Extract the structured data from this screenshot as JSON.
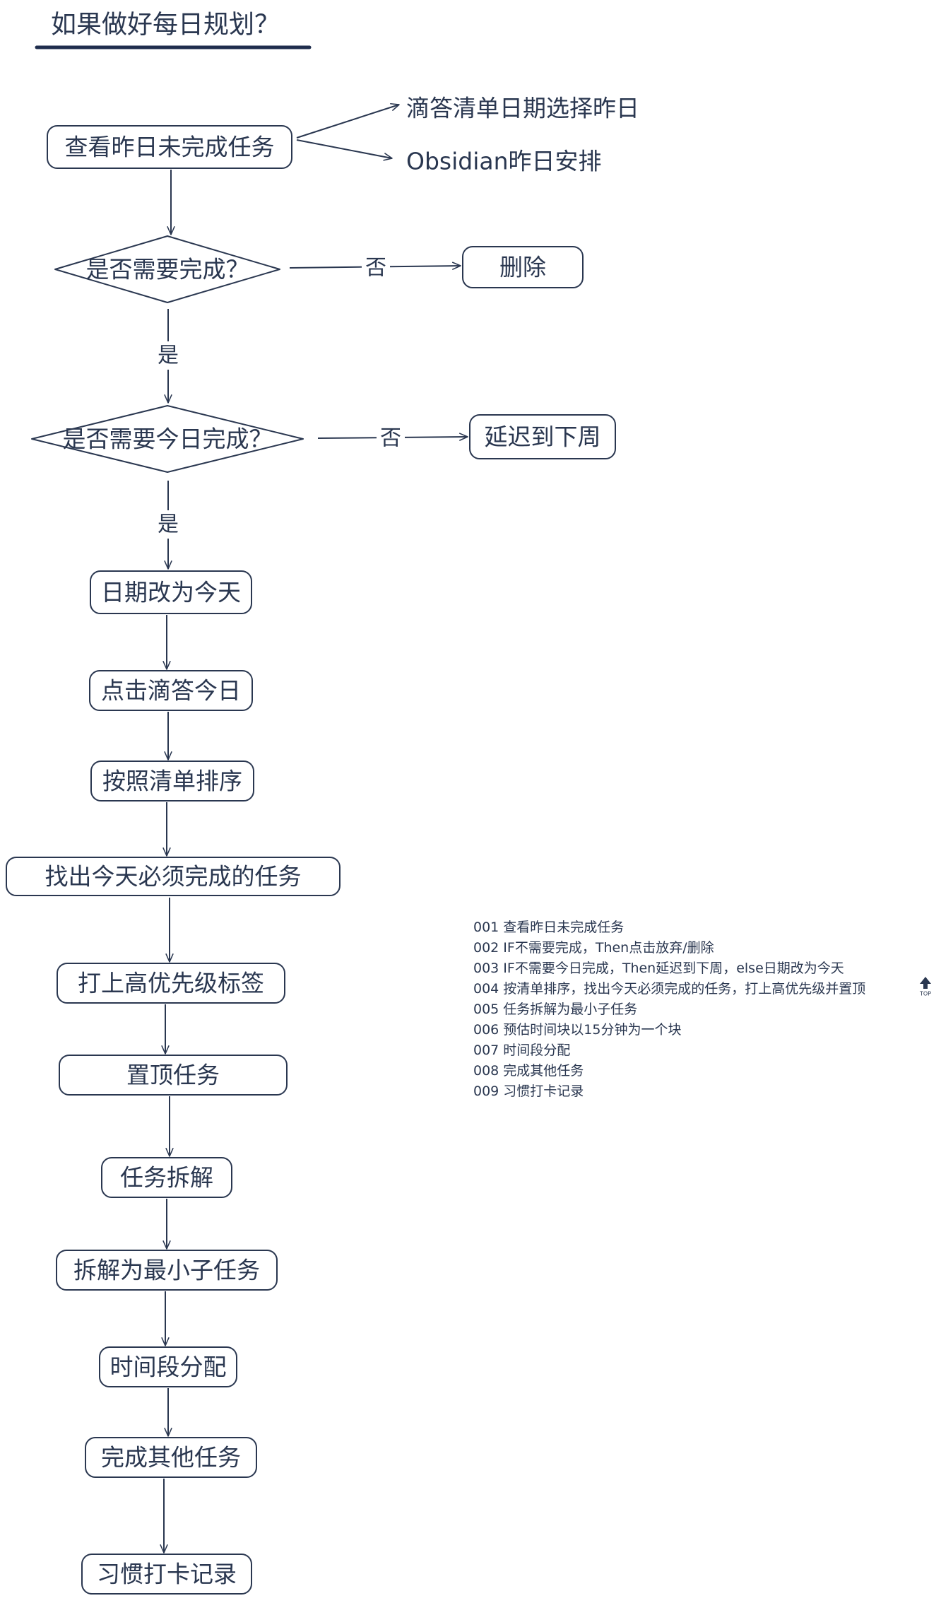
{
  "title": "如果做好每日规划？",
  "colors": {
    "ink": "#2a3750",
    "background": "#ffffff",
    "title_underline": "#1f2d4d"
  },
  "nodes": [
    {
      "id": "n1",
      "shape": "rect",
      "label": "查看昨日未完成任务"
    },
    {
      "id": "s1",
      "shape": "text",
      "label": "滴答清单日期选择昨日"
    },
    {
      "id": "s2",
      "shape": "text",
      "label": "Obsidian昨日安排"
    },
    {
      "id": "d1",
      "shape": "diamond",
      "label": "是否需要完成？"
    },
    {
      "id": "r1",
      "shape": "rect",
      "label": "删除"
    },
    {
      "id": "d2",
      "shape": "diamond",
      "label": "是否需要今日完成？"
    },
    {
      "id": "r2",
      "shape": "rect",
      "label": "延迟到下周"
    },
    {
      "id": "n2",
      "shape": "rect",
      "label": "日期改为今天"
    },
    {
      "id": "n3",
      "shape": "rect",
      "label": "点击滴答今日"
    },
    {
      "id": "n4",
      "shape": "rect",
      "label": "按照清单排序"
    },
    {
      "id": "n5",
      "shape": "rect",
      "label": "找出今天必须完成的任务"
    },
    {
      "id": "n6",
      "shape": "rect",
      "label": "打上高优先级标签"
    },
    {
      "id": "n7",
      "shape": "rect",
      "label": "置顶任务"
    },
    {
      "id": "n8",
      "shape": "rect",
      "label": "任务拆解"
    },
    {
      "id": "n9",
      "shape": "rect",
      "label": "拆解为最小子任务"
    },
    {
      "id": "n10",
      "shape": "rect",
      "label": "时间段分配"
    },
    {
      "id": "n11",
      "shape": "rect",
      "label": "完成其他任务"
    },
    {
      "id": "n12",
      "shape": "rect",
      "label": "习惯打卡记录"
    }
  ],
  "edges": [
    {
      "from": "n1",
      "to": "s1",
      "label": ""
    },
    {
      "from": "n1",
      "to": "s2",
      "label": ""
    },
    {
      "from": "n1",
      "to": "d1",
      "label": ""
    },
    {
      "from": "d1",
      "to": "r1",
      "label": "否"
    },
    {
      "from": "d1",
      "to": "d2",
      "label": "是"
    },
    {
      "from": "d2",
      "to": "r2",
      "label": "否"
    },
    {
      "from": "d2",
      "to": "n2",
      "label": "是"
    },
    {
      "from": "n2",
      "to": "n3",
      "label": ""
    },
    {
      "from": "n3",
      "to": "n4",
      "label": ""
    },
    {
      "from": "n4",
      "to": "n5",
      "label": ""
    },
    {
      "from": "n5",
      "to": "n6",
      "label": ""
    },
    {
      "from": "n6",
      "to": "n7",
      "label": ""
    },
    {
      "from": "n7",
      "to": "n8",
      "label": ""
    },
    {
      "from": "n8",
      "to": "n9",
      "label": ""
    },
    {
      "from": "n9",
      "to": "n10",
      "label": ""
    },
    {
      "from": "n10",
      "to": "n11",
      "label": ""
    },
    {
      "from": "n11",
      "to": "n12",
      "label": ""
    }
  ],
  "notes": [
    "001 查看昨日未完成任务",
    "002 IF不需要完成，Then点击放弃/删除",
    "003 IF不需要今日完成，Then延迟到下周，else日期改为今天",
    "004 按清单排序，找出今天必须完成的任务，打上高优先级并置顶",
    "005 任务拆解为最小子任务",
    "006 预估时间块以15分钟为一个块",
    "007 时间段分配",
    "008 完成其他任务",
    "009 习惯打卡记录"
  ],
  "notes_icon": "top-arrow-icon",
  "notes_icon_caption": "TOP"
}
